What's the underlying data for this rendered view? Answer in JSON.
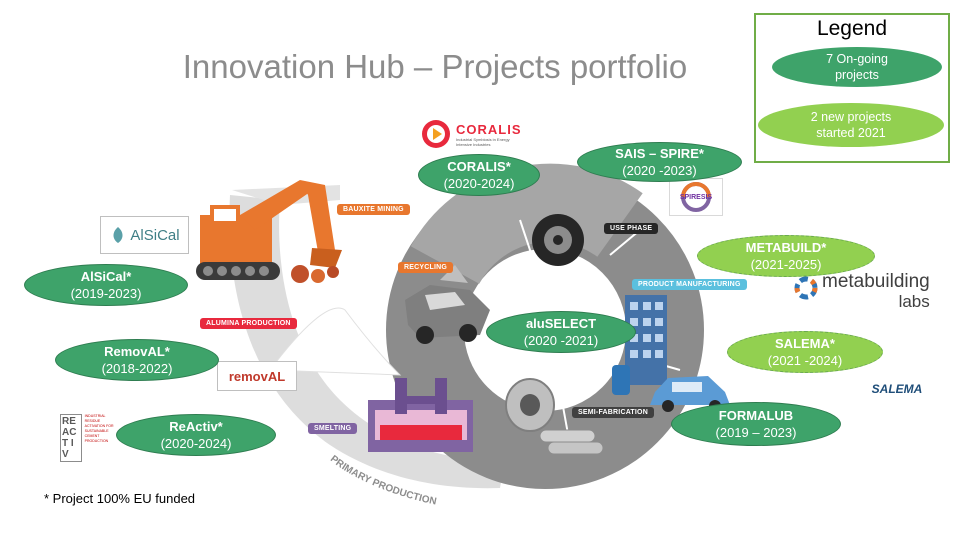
{
  "title": "Innovation Hub – Projects portfolio",
  "legend": {
    "title": "Legend",
    "ongoing_line1": "7 On-going",
    "ongoing_line2": "projects",
    "new_line1": "2 new projects",
    "new_line2": "started  2021",
    "ongoing_color": "#3ea36a",
    "new_color": "#92d050"
  },
  "projects": {
    "coralis": {
      "name": "CORALIS*",
      "years": "(2020-2024)"
    },
    "sais": {
      "name": "SAIS – SPIRE*",
      "years": "(2020 -2023)"
    },
    "metabuild": {
      "name": "METABUILD*",
      "years": "(2021-2025)"
    },
    "salema": {
      "name": "SALEMA*",
      "years": "(2021 -2024)"
    },
    "formalub": {
      "name": "FORMALUB",
      "years": "(2019 – 2023)"
    },
    "aluselect": {
      "name": "aluSELECT",
      "years": "(2020 -2021)"
    },
    "alsical": {
      "name": "AlSiCal*",
      "years": "(2019-2023)"
    },
    "removal": {
      "name": "RemovAL*",
      "years": "(2018-2022)"
    },
    "reactiv": {
      "name": "ReActiv*",
      "years": "(2020-2024)"
    }
  },
  "stages": {
    "bauxite": "BAUXITE MINING",
    "recycling": "RECYCLING",
    "use_phase": "USE PHASE",
    "product_manufacturing": "PRODUCT MANUFACTURING",
    "alumina": "ALUMINA PRODUCTION",
    "semi_fabrication": "SEMI-FABRICATION",
    "smelting": "SMELTING",
    "primary": "PRIMARY PRODUCTION"
  },
  "logos": {
    "coralis_word": "CORALIS",
    "coralis_sub": "Industrial Symbiosis in Energy Intensive Industries",
    "alsical": "AlSiCal",
    "removal": "removAL",
    "spiresis": "SPIRESIS",
    "metabuilding_word": "metabuilding",
    "metabuilding_sub": "labs",
    "salema": "SALEMA",
    "reactiv": "RE ACT IV",
    "reactiv_sub": "INDUSTRIAL RESIDUE ACTIVATION FOR SUSTAINABLE CEMENT PRODUCTION"
  },
  "footnote": "* Project 100% EU funded"
}
